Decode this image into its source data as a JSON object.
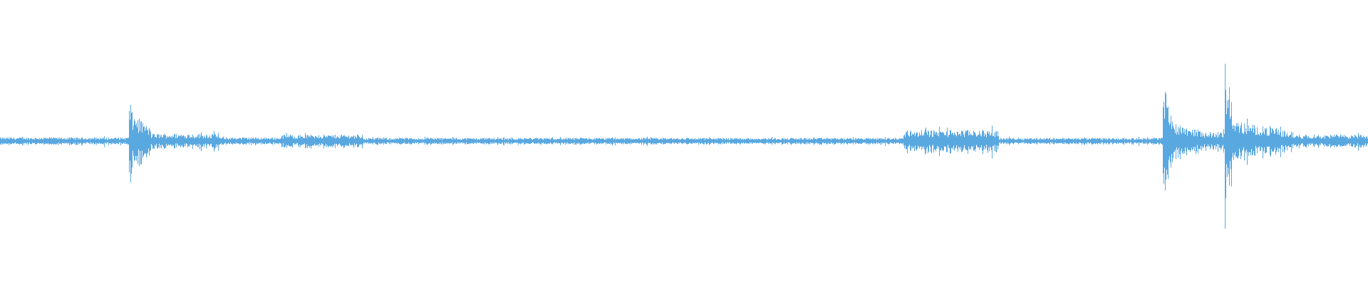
{
  "waveform": {
    "color": "#5aa8e0",
    "background": "#ffffff",
    "baseline_amplitude": 0.035,
    "segments": [
      {
        "start": 0.0,
        "end": 0.094,
        "level": 0.04
      },
      {
        "start": 0.094,
        "end": 0.097,
        "level": 0.55
      },
      {
        "start": 0.097,
        "end": 0.11,
        "level": 0.3
      },
      {
        "start": 0.11,
        "end": 0.16,
        "level": 0.08
      },
      {
        "start": 0.16,
        "end": 0.205,
        "level": 0.04
      },
      {
        "start": 0.205,
        "end": 0.265,
        "level": 0.07
      },
      {
        "start": 0.265,
        "end": 0.66,
        "level": 0.035
      },
      {
        "start": 0.66,
        "end": 0.73,
        "level": 0.12
      },
      {
        "start": 0.73,
        "end": 0.85,
        "level": 0.035
      },
      {
        "start": 0.85,
        "end": 0.856,
        "level": 0.7
      },
      {
        "start": 0.856,
        "end": 0.88,
        "level": 0.22
      },
      {
        "start": 0.88,
        "end": 0.895,
        "level": 0.1
      },
      {
        "start": 0.895,
        "end": 0.901,
        "level": 0.88
      },
      {
        "start": 0.901,
        "end": 0.945,
        "level": 0.22
      },
      {
        "start": 0.945,
        "end": 1.0,
        "level": 0.07
      }
    ]
  }
}
